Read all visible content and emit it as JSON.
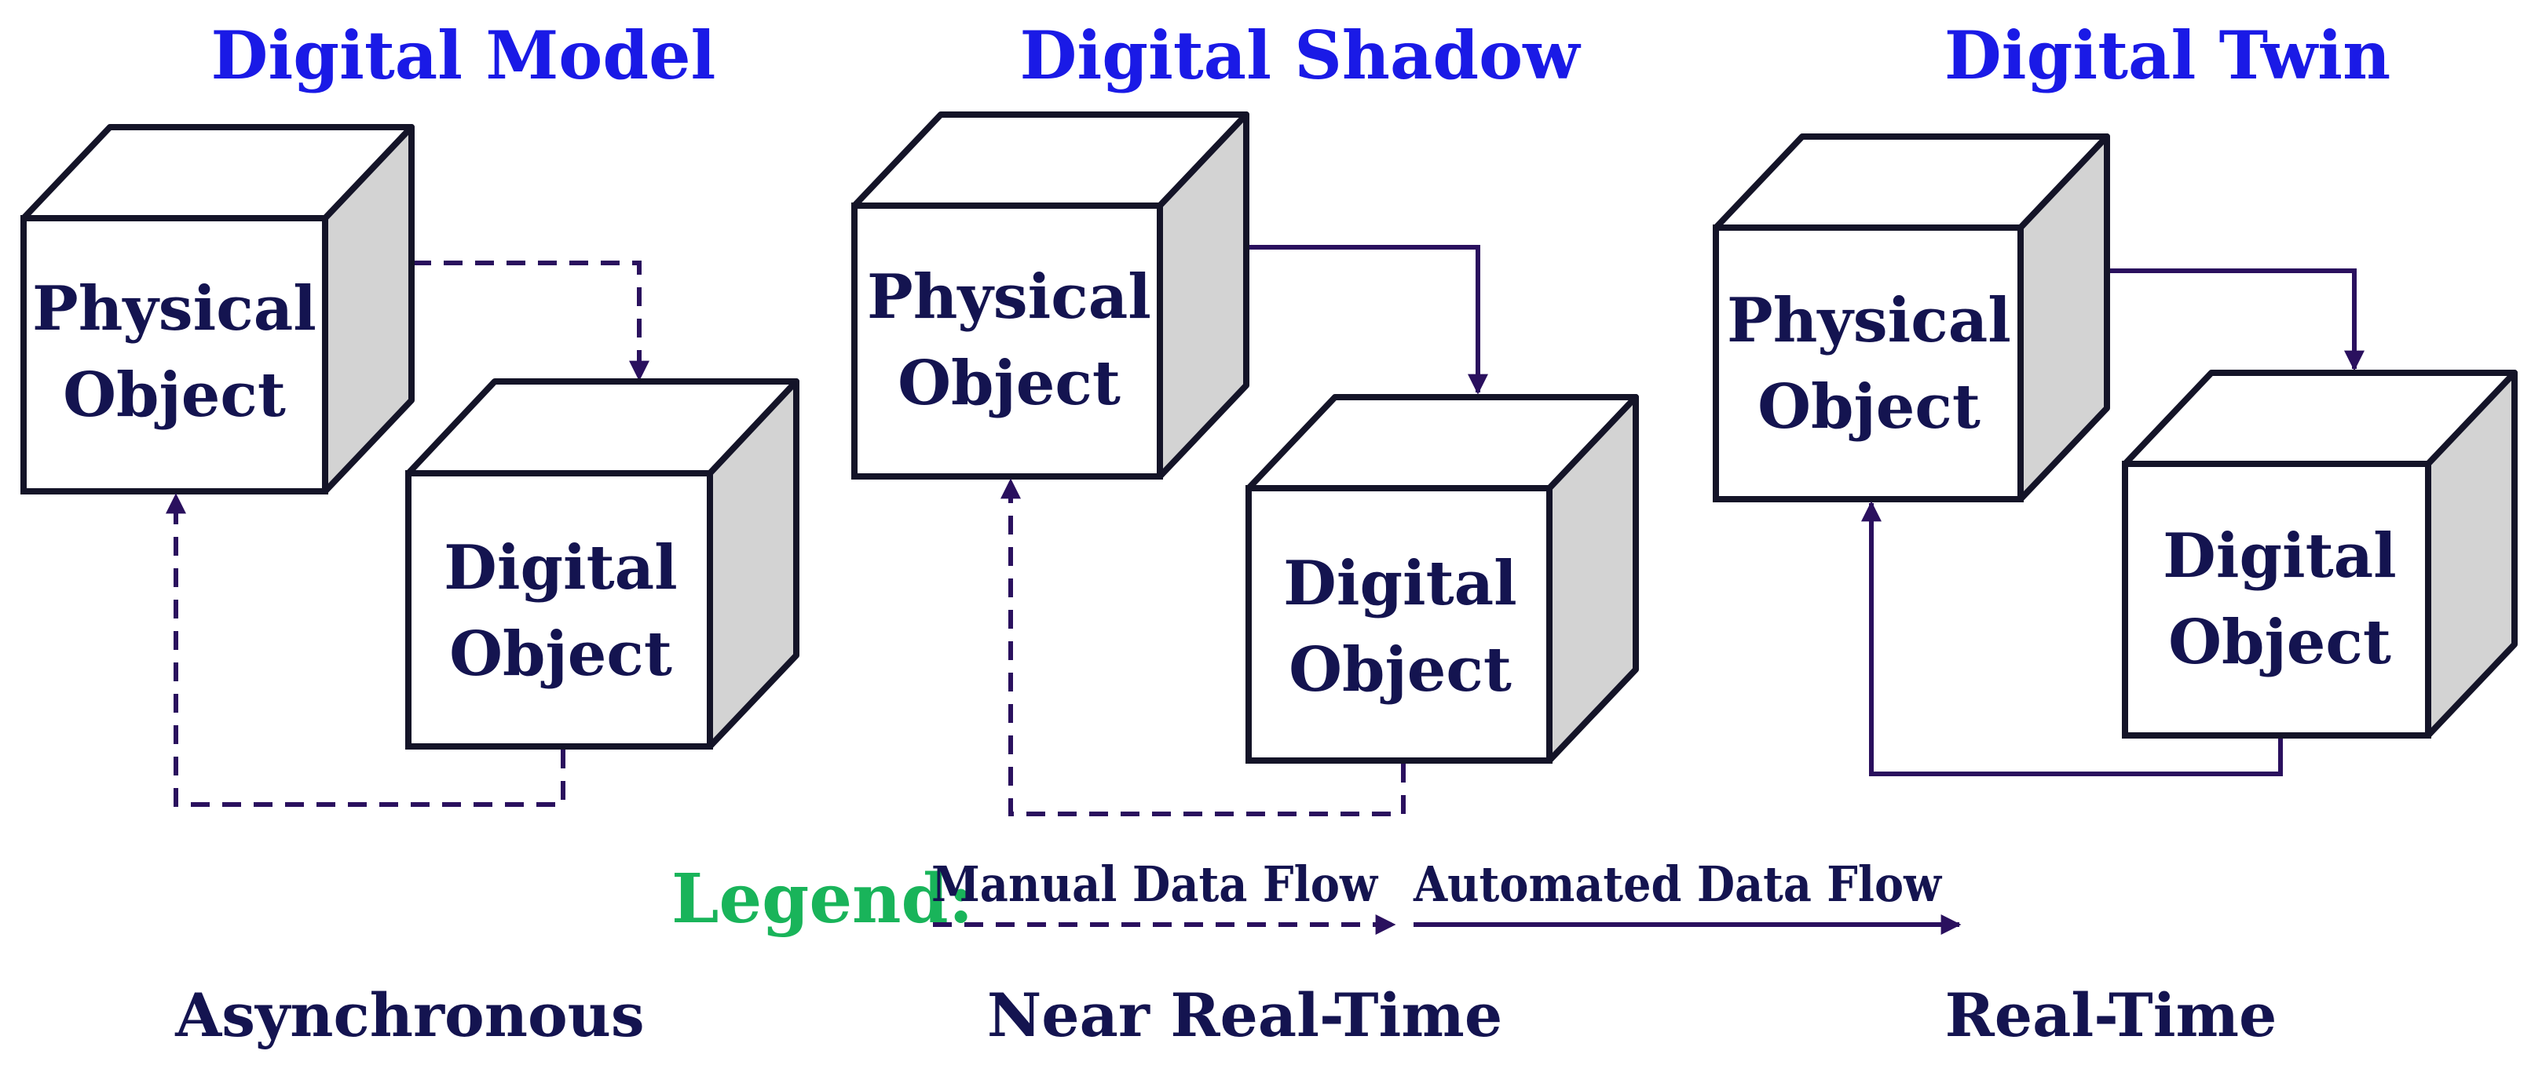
{
  "colors": {
    "title": "#1a1ae6",
    "label": "#141450",
    "caption": "#141450",
    "legend_title": "#19b45a",
    "flow": "#2a105e",
    "box_stroke": "#141428",
    "box_face": "#ffffff",
    "box_side": "#d3d3d3"
  },
  "panels": [
    {
      "title": "Digital Model",
      "physical_object": [
        "Physical",
        "Object"
      ],
      "digital_object": [
        "Digital",
        "Object"
      ],
      "forward_flow": "manual",
      "return_flow": "manual",
      "caption": "Asynchronous"
    },
    {
      "title": "Digital Shadow",
      "physical_object": [
        "Physical",
        "Object"
      ],
      "digital_object": [
        "Digital",
        "Object"
      ],
      "forward_flow": "automated",
      "return_flow": "manual",
      "caption": "Near Real-Time"
    },
    {
      "title": "Digital Twin",
      "physical_object": [
        "Physical",
        "Object"
      ],
      "digital_object": [
        "Digital",
        "Object"
      ],
      "forward_flow": "automated",
      "return_flow": "automated",
      "caption": "Real-Time"
    }
  ],
  "legend": {
    "title": "Legend:",
    "manual": "Manual Data Flow",
    "automated": "Automated Data Flow"
  }
}
